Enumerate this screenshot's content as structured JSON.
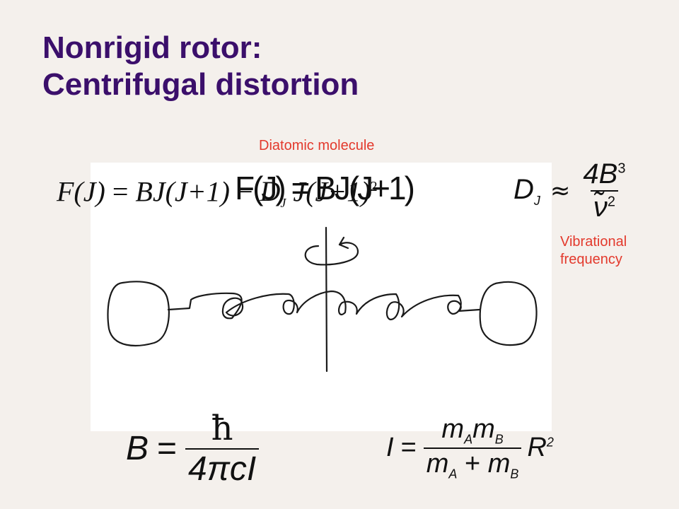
{
  "slide": {
    "title_line1": "Nonrigid rotor:",
    "title_line2": "Centrifugal distortion",
    "label_diatomic": "Diatomic molecule",
    "label_vibrational_line1": "Vibrational",
    "label_vibrational_line2": "frequency"
  },
  "equations": {
    "energy": {
      "lhs": "F(J)",
      "eq": "=",
      "term1": "BJ(J+1)",
      "minus": "−",
      "coef": "D",
      "coef_sub": "J",
      "term2_core": "J",
      "term2_paren": "(J+1)",
      "sq": "2",
      "overlay": "F(J) = BJ(J+1)"
    },
    "dj": {
      "lhs": "D",
      "lhs_sub": "J",
      "approx": "≈",
      "num": "4B",
      "num_sup": "3",
      "den": "ν̃",
      "den_sup": "2"
    },
    "b": {
      "lhs": "B",
      "eq": "=",
      "num": "ħ",
      "den": "4πcI"
    },
    "inertia": {
      "lhs": "I",
      "eq": "=",
      "num_a": "m",
      "num_a_sub": "A",
      "num_b": "m",
      "num_b_sub": "B",
      "den_a": "m",
      "den_a_sub": "A",
      "plus": "+",
      "den_b": "m",
      "den_b_sub": "B",
      "r": "R",
      "r_sup": "2"
    }
  },
  "colors": {
    "title": "#3b0f6b",
    "label": "#e3392c",
    "ink": "#111111"
  }
}
